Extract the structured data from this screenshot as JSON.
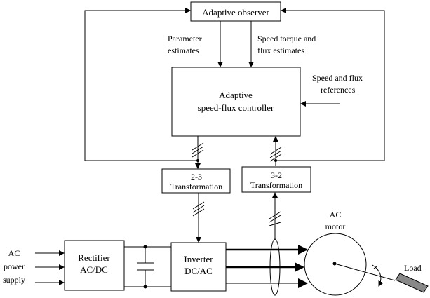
{
  "blocks": {
    "observer": "Adaptive observer",
    "controller_line1": "Adaptive",
    "controller_line2": "speed-flux controller",
    "t23_line1": "2-3",
    "t23_line2": "Transformation",
    "t32_line1": "3-2",
    "t32_line2": "Transformation",
    "rectifier_line1": "Rectifier",
    "rectifier_line2": "AC/DC",
    "inverter_line1": "Inverter",
    "inverter_line2": "DC/AC"
  },
  "labels": {
    "param_line1": "Parameter",
    "param_line2": "estimates",
    "speed_est_line1": "Speed torque and",
    "speed_est_line2": "flux estimates",
    "refs_line1": "Speed and flux",
    "refs_line2": "references",
    "ac_supply_line1": "AC",
    "ac_supply_line2": "power",
    "ac_supply_line3": "supply",
    "motor_line1": "AC",
    "motor_line2": "motor",
    "load": "Load"
  }
}
